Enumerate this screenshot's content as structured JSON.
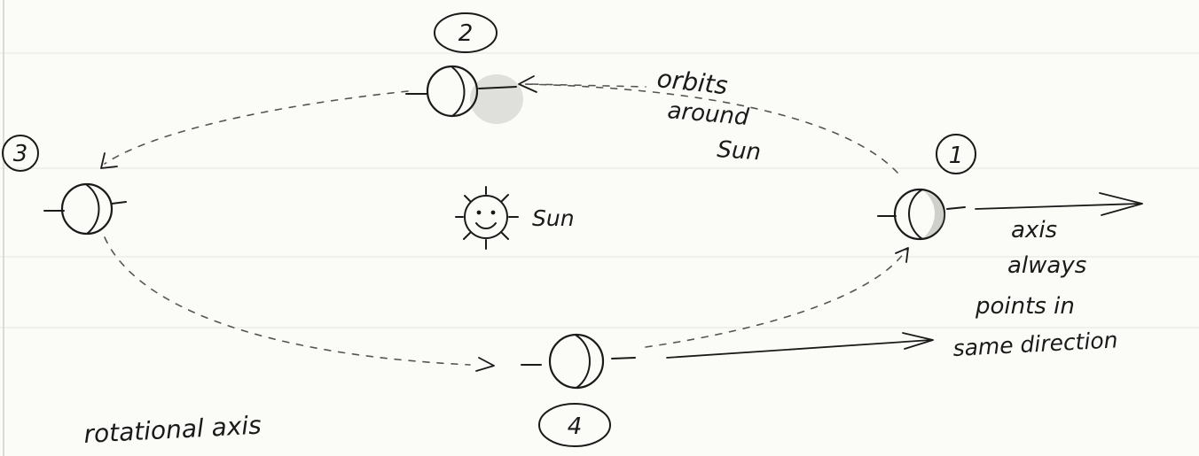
{
  "labels": {
    "orbit_line1": "orbits",
    "orbit_line2": "around",
    "orbit_line3": "Sun",
    "sun": "Sun",
    "axis_line1": "axis",
    "axis_line2": "always",
    "axis_line3": "points in",
    "axis_line4": "same direction",
    "bottom_note": "rotational axis"
  },
  "positions": [
    {
      "number": "1"
    },
    {
      "number": "2"
    },
    {
      "number": "3"
    },
    {
      "number": "4"
    }
  ],
  "colors": {
    "ink": "#1a1a1a",
    "paper": "#fbfbf8",
    "shading": "#c9c9c4"
  }
}
